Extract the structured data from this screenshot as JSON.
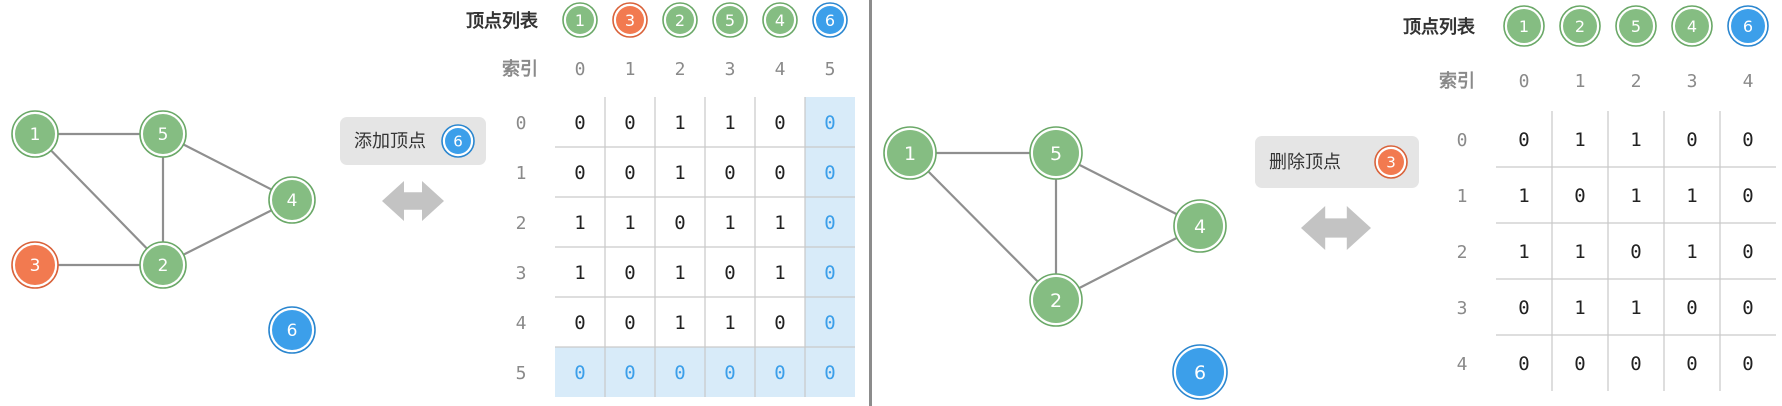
{
  "colors": {
    "green": "#85bd82",
    "green_stroke": "#6aa867",
    "orange": "#f27a50",
    "orange_stroke": "#d9623a",
    "blue": "#3c9fea",
    "blue_stroke": "#2a86cf",
    "edge": "#8f8f8f",
    "highlight": "#d8ebf9",
    "highlight_text": "#3c9fea",
    "label_bg": "#e5e5e5",
    "arrow": "#c3c3c3",
    "grid": "#c9c9c9",
    "header_text": "#8a8a8a"
  },
  "left": {
    "vertex_list_label": "顶点列表",
    "index_label": "索引",
    "vertex_list": [
      {
        "label": "1",
        "color": "green"
      },
      {
        "label": "3",
        "color": "orange"
      },
      {
        "label": "2",
        "color": "green"
      },
      {
        "label": "5",
        "color": "green"
      },
      {
        "label": "4",
        "color": "green"
      },
      {
        "label": "6",
        "color": "blue"
      }
    ],
    "indices": [
      "0",
      "1",
      "2",
      "3",
      "4",
      "5"
    ],
    "matrix": [
      [
        "0",
        "0",
        "1",
        "1",
        "0",
        "0"
      ],
      [
        "0",
        "0",
        "1",
        "0",
        "0",
        "0"
      ],
      [
        "1",
        "1",
        "0",
        "1",
        "1",
        "0"
      ],
      [
        "1",
        "0",
        "1",
        "0",
        "1",
        "0"
      ],
      [
        "0",
        "0",
        "1",
        "1",
        "0",
        "0"
      ],
      [
        "0",
        "0",
        "0",
        "0",
        "0",
        "0"
      ]
    ],
    "highlight_index": 5,
    "operation": {
      "text": "添加顶点",
      "vertex": "6",
      "color": "blue"
    },
    "graph": {
      "nodes": [
        {
          "id": "1",
          "color": "green"
        },
        {
          "id": "5",
          "color": "green"
        },
        {
          "id": "4",
          "color": "green"
        },
        {
          "id": "2",
          "color": "green"
        },
        {
          "id": "3",
          "color": "orange"
        },
        {
          "id": "6",
          "color": "blue"
        }
      ],
      "edges": [
        [
          "1",
          "5"
        ],
        [
          "1",
          "2"
        ],
        [
          "5",
          "2"
        ],
        [
          "5",
          "4"
        ],
        [
          "2",
          "4"
        ],
        [
          "3",
          "2"
        ]
      ]
    }
  },
  "right": {
    "vertex_list_label": "顶点列表",
    "index_label": "索引",
    "vertex_list": [
      {
        "label": "1",
        "color": "green"
      },
      {
        "label": "2",
        "color": "green"
      },
      {
        "label": "5",
        "color": "green"
      },
      {
        "label": "4",
        "color": "green"
      },
      {
        "label": "6",
        "color": "blue"
      }
    ],
    "indices": [
      "0",
      "1",
      "2",
      "3",
      "4"
    ],
    "matrix": [
      [
        "0",
        "1",
        "1",
        "0",
        "0"
      ],
      [
        "1",
        "0",
        "1",
        "1",
        "0"
      ],
      [
        "1",
        "1",
        "0",
        "1",
        "0"
      ],
      [
        "0",
        "1",
        "1",
        "0",
        "0"
      ],
      [
        "0",
        "0",
        "0",
        "0",
        "0"
      ]
    ],
    "operation": {
      "text": "删除顶点",
      "vertex": "3",
      "color": "orange"
    },
    "graph": {
      "nodes": [
        {
          "id": "1",
          "color": "green"
        },
        {
          "id": "5",
          "color": "green"
        },
        {
          "id": "4",
          "color": "green"
        },
        {
          "id": "2",
          "color": "green"
        },
        {
          "id": "6",
          "color": "blue"
        }
      ],
      "edges": [
        [
          "1",
          "5"
        ],
        [
          "1",
          "2"
        ],
        [
          "5",
          "2"
        ],
        [
          "5",
          "4"
        ],
        [
          "2",
          "4"
        ]
      ]
    }
  }
}
